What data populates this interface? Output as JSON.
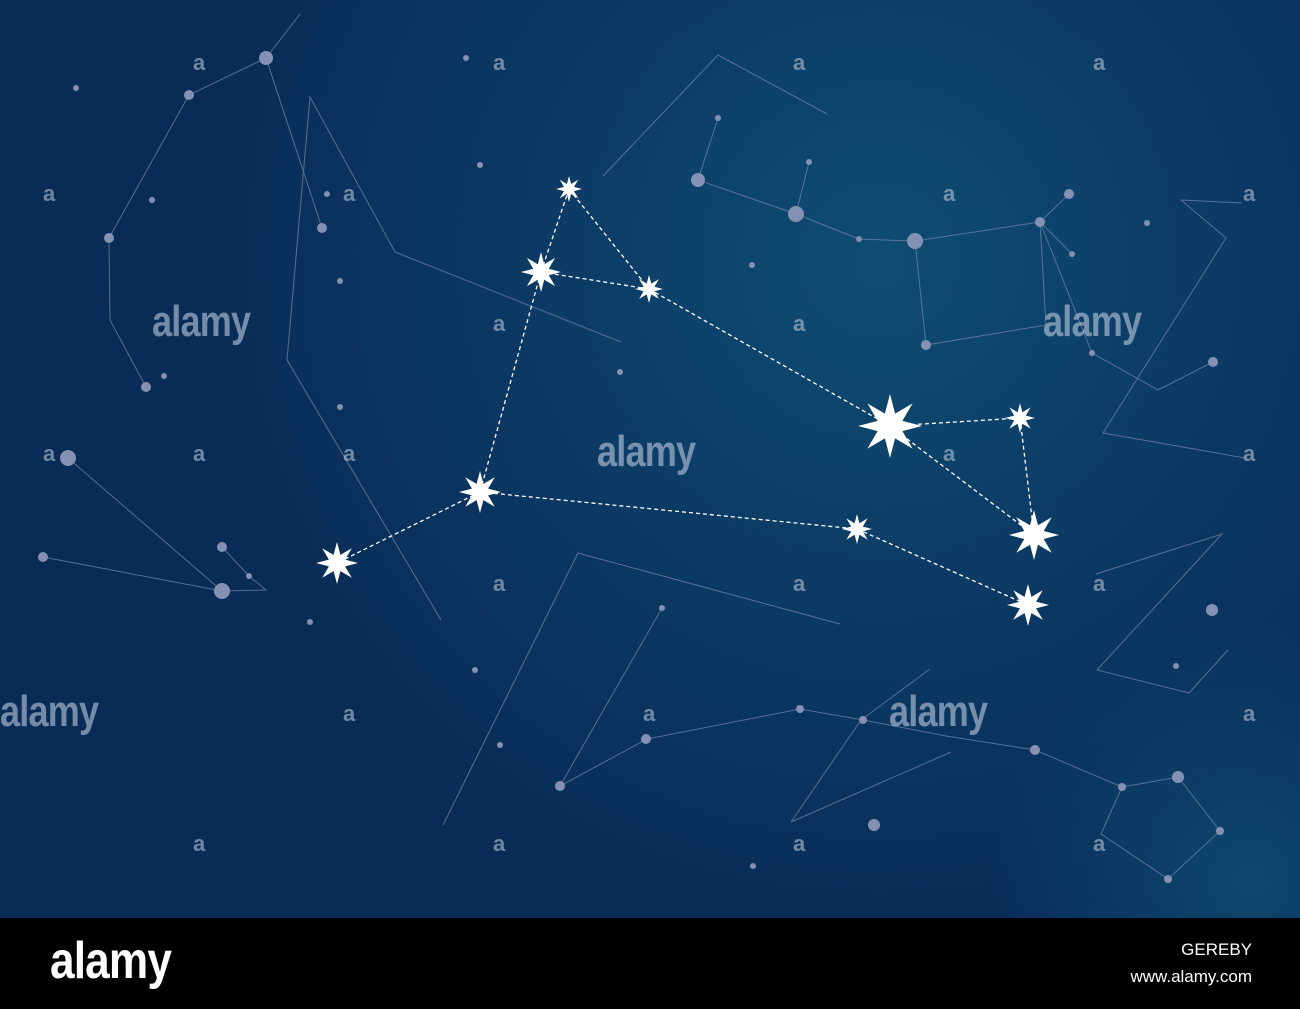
{
  "watermark": {
    "small_mark": "a",
    "large_mark": "alamy"
  },
  "footer": {
    "brand": "alamy",
    "image_id": "GEREBY",
    "url": "www.alamy.com"
  },
  "colors": {
    "sky_dark": "#0b2e5a",
    "sky_light": "#0e4a6e",
    "star": "#ffffff",
    "faint_star": "#8491b4",
    "faint_line": "#6f85a6",
    "watermark": "#b9c6dc"
  },
  "icons": {
    "bright_star": "eight-point-star-icon",
    "faint_star": "dot-icon"
  }
}
